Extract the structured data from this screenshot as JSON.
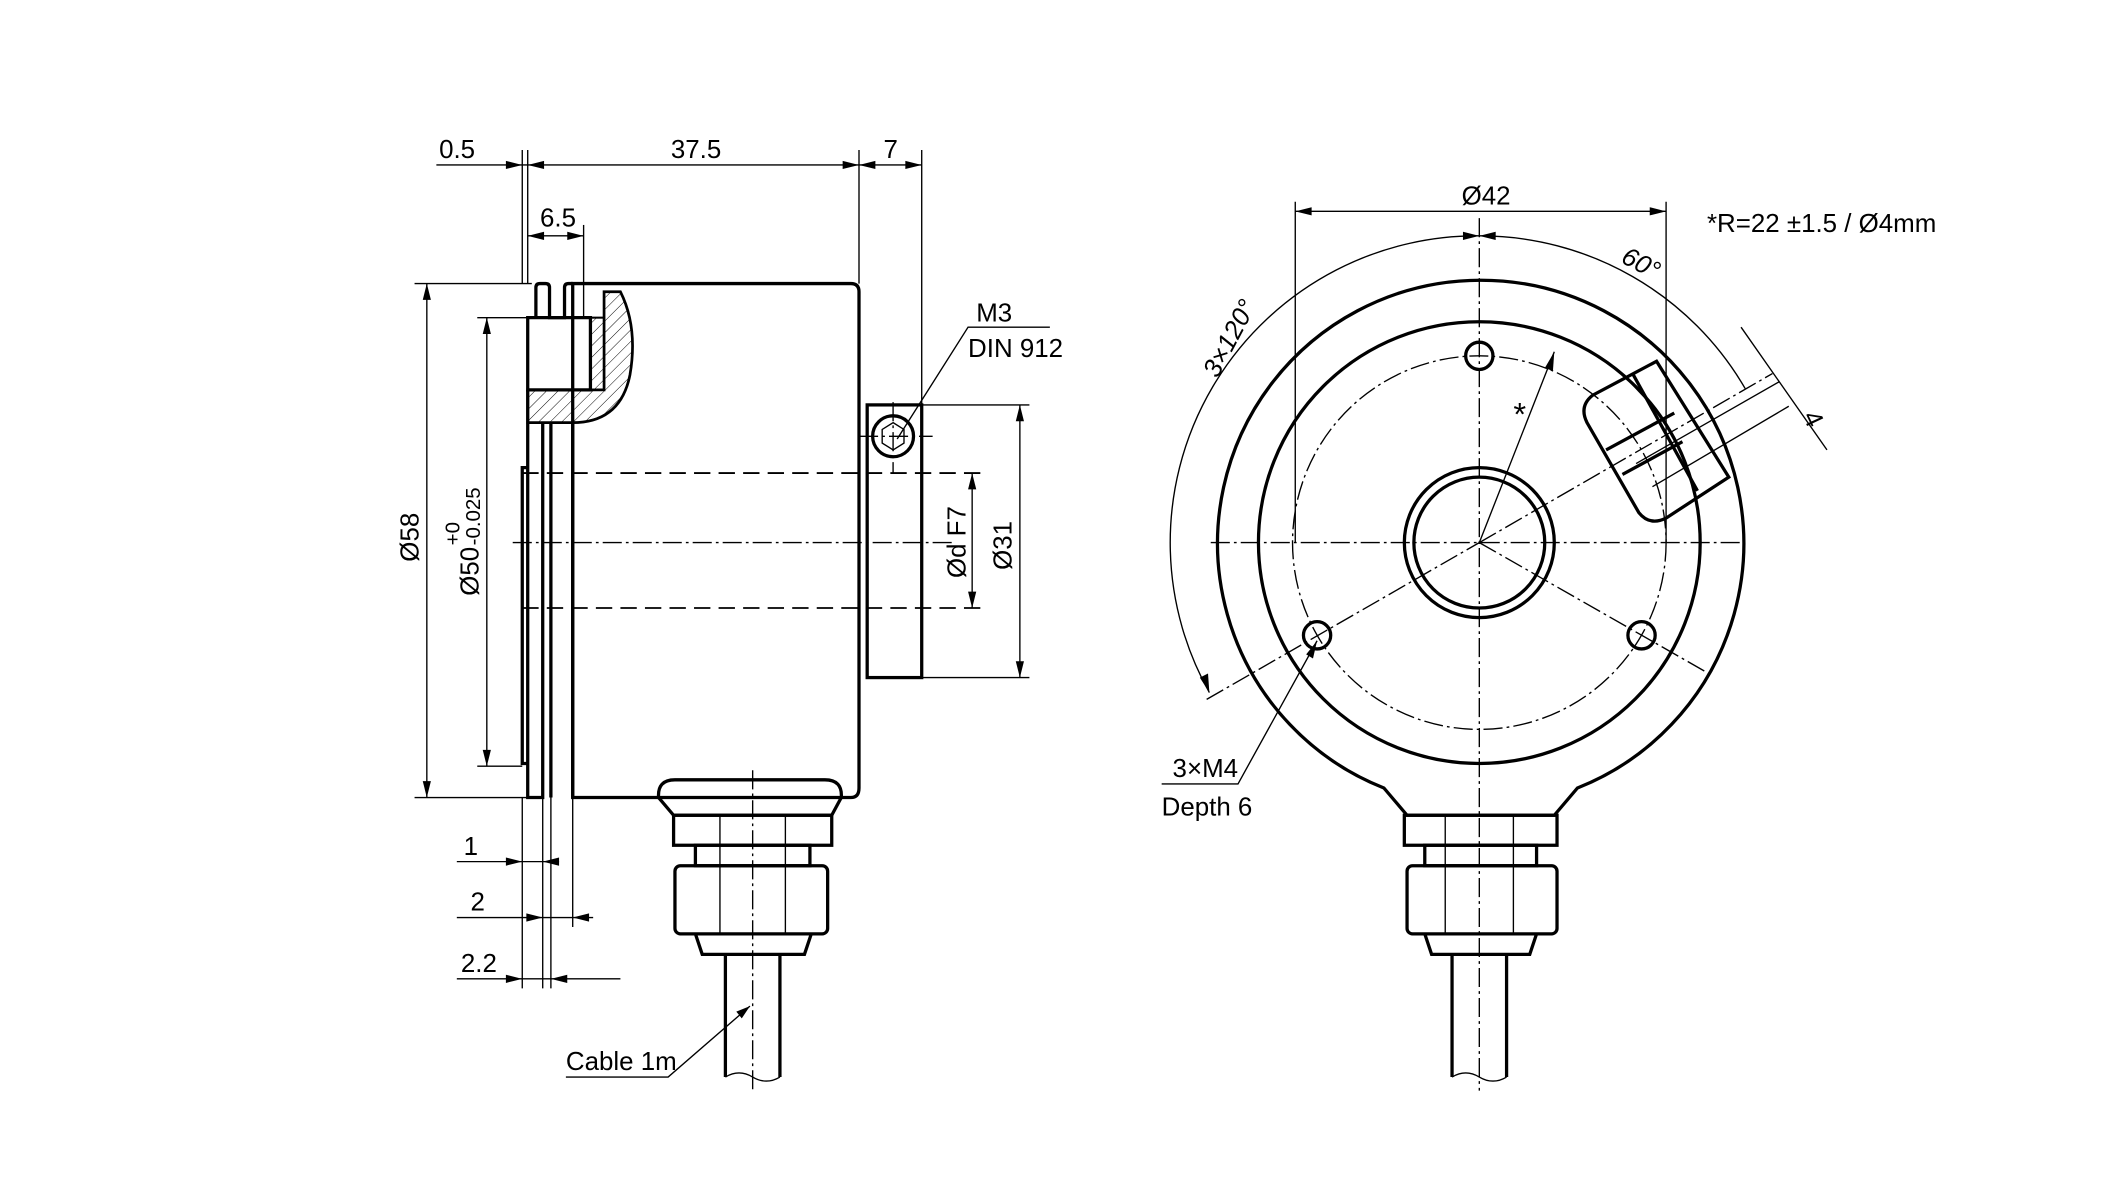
{
  "side_view": {
    "dim_top_left": "0.5",
    "dim_body_length": "37.5",
    "dim_clamp_width": "7",
    "dim_flange": "6.5",
    "dim_outer_dia": "Ø58",
    "dim_spigot_dia": "Ø50",
    "dim_spigot_tol_upper": "+0",
    "dim_spigot_tol_lower": "-0.025",
    "dim_bore": "Ød F7",
    "dim_clamp_dia": "Ø31",
    "screw_label_1": "M3",
    "screw_label_2": "DIN 912",
    "dim_bottom_1": "1",
    "dim_bottom_2": "2",
    "dim_bottom_3": "2.2",
    "cable_label": "Cable 1m"
  },
  "front_view": {
    "dim_hole_circle": "Ø42",
    "note": "*R=22 ±1.5 / Ø4mm",
    "angle_60": "60°",
    "angle_3x120": "3×120°",
    "radius_mark": "*",
    "dim_slot": "4",
    "holes_label_1": "3×M4",
    "holes_label_2": "Depth 6"
  }
}
